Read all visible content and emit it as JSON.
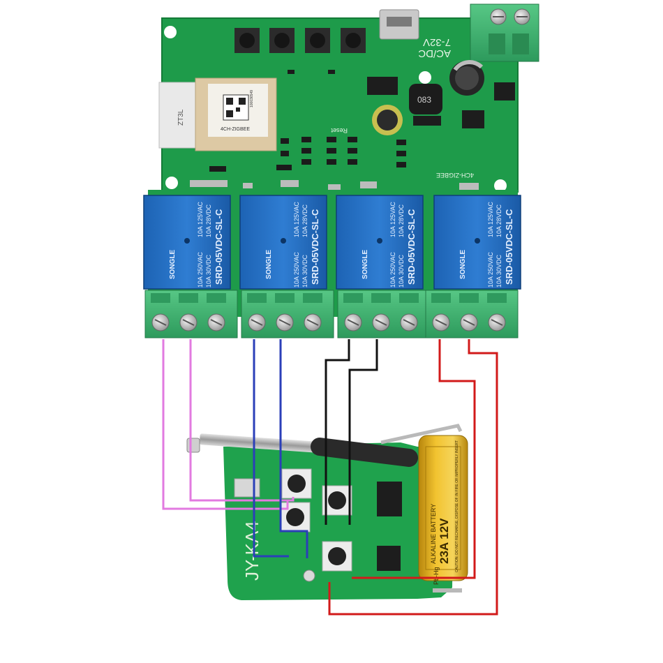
{
  "board": {
    "voltage_label": "7-32V",
    "acdc_label": "AC/DC",
    "module_label": "4CH-ZIGBEE",
    "silk_label": "4CH-ZIGBEE",
    "reset_label": "Reset",
    "zt_label": "ZT3L",
    "inductor_label": "083",
    "serial_label": "100036549"
  },
  "relays": [
    {
      "brand": "SONGLE",
      "model": "SRD-05VDC-SL-C",
      "rating_ac": "10A 250VAC",
      "rating_ac2": "10A 125VAC",
      "rating_dc": "10A 30VDC",
      "rating_dc2": "10A 28VDC"
    },
    {
      "brand": "SONGLE",
      "model": "SRD-05VDC-SL-C",
      "rating_ac": "10A 250VAC",
      "rating_ac2": "10A 125VAC",
      "rating_dc": "10A 30VDC",
      "rating_dc2": "10A 28VDC"
    },
    {
      "brand": "SONGLE",
      "model": "SRD-05VDC-SL-C",
      "rating_ac": "10A 250VAC",
      "rating_ac2": "10A 125VAC",
      "rating_dc": "10A 30VDC",
      "rating_dc2": "10A 28VDC"
    },
    {
      "brand": "SONGLE",
      "model": "SRD-05VDC-SL-C",
      "rating_ac": "10A 250VAC",
      "rating_ac2": "10A 125VAC",
      "rating_dc": "10A 30VDC",
      "rating_dc2": "10A 28VDC"
    }
  ],
  "remote": {
    "model_label": "JY-KA4",
    "battery_type": "ALKALINE BATTERY",
    "battery_model": "23A 12V",
    "battery_warning": "CAUTION: DO NOT RECHARGE, DISPOSE OF IN FIRE OR IMPROPERLY INSERT",
    "battery_mark": "Pb-Hg"
  },
  "wires": {
    "colors": {
      "relay1": "#e27ae0",
      "relay2": "#2b3fb8",
      "relay3": "#111111",
      "relay4": "#d21a1a"
    }
  }
}
